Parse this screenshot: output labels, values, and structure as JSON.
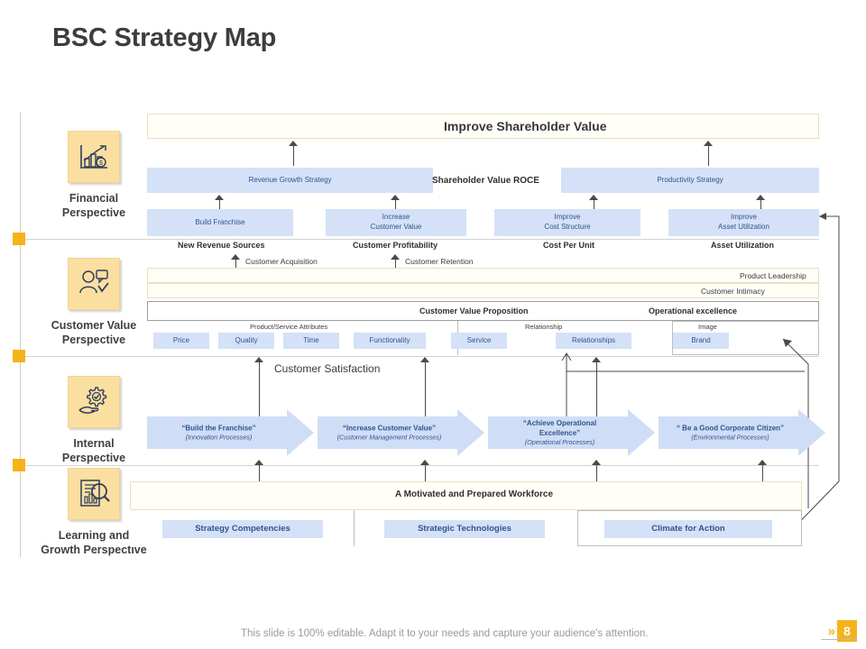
{
  "slide": {
    "title": "BSC Strategy Map",
    "footer_note": "This slide is 100% editable. Adapt it to your needs and capture your audience's attention.",
    "page_number": "8"
  },
  "perspectives": [
    {
      "key": "financial",
      "label": "Financial\nPerspective",
      "icon": "growth-chart-icon"
    },
    {
      "key": "customer",
      "label": "Customer Value\nPerspective",
      "icon": "customer-feedback-icon"
    },
    {
      "key": "internal",
      "label": "Internal\nPerspective",
      "icon": "hand-gear-icon"
    },
    {
      "key": "learning",
      "label": "Learning and\nGrowth Perspective",
      "icon": "document-search-icon"
    }
  ],
  "financial": {
    "banner": "Improve Shareholder Value",
    "center_label": "Shareholder Value ROCE",
    "strategies": [
      {
        "label": "Revenue Growth Strategy"
      },
      {
        "label": "Productivity Strategy"
      }
    ],
    "drivers": [
      {
        "line1": "Build Franchise",
        "line2": "",
        "caption": "New Revenue Sources"
      },
      {
        "line1": "Increase",
        "line2": "Customer Value",
        "caption": "Customer Profitability"
      },
      {
        "line1": "Improve",
        "line2": "Cost Structure",
        "caption": "Cost Per Unit"
      },
      {
        "line1": "Improve",
        "line2": "Asset Utilization",
        "caption": "Asset Utilization"
      }
    ]
  },
  "customer": {
    "link_labels": [
      "Customer Acquisition",
      "Customer Retention"
    ],
    "strategy_rows": [
      "Product Leadership",
      "Customer Intimacy"
    ],
    "headers": [
      "Customer Value Proposition",
      "Operational excellence"
    ],
    "group_labels": [
      "Product/Service Attributes",
      "Relationship",
      "Image"
    ],
    "attributes": [
      "Price",
      "Quality",
      "Time",
      "Functionality"
    ],
    "relationship": [
      "Service",
      "Relationships"
    ],
    "image": [
      "Brand"
    ],
    "satisfaction": "Customer Satisfaction"
  },
  "internal": {
    "processes": [
      {
        "title": "“Build the Franchise”",
        "subtitle": "(Innovation Processes)"
      },
      {
        "title": "“Increase Customer Value”",
        "subtitle": "(Customer Management  Processes)"
      },
      {
        "title": "“Achieve Operational\nExcellence”",
        "subtitle": "(Operational Processes)"
      },
      {
        "title": "“ Be a Good Corporate Citizen”",
        "subtitle": "(Environmental Processes)"
      }
    ]
  },
  "learning": {
    "banner": "A Motivated and Prepared Workforce",
    "items": [
      "Strategy Competencies",
      "Strategic Technologies",
      "Climate for Action"
    ]
  },
  "colors": {
    "accent_orange": "#f5b31b",
    "box_blue": "#d4e1f7",
    "box_blue_text": "#31538f",
    "icon_bg": "#fbdfa0",
    "cream_border": "#e8e0c2"
  }
}
